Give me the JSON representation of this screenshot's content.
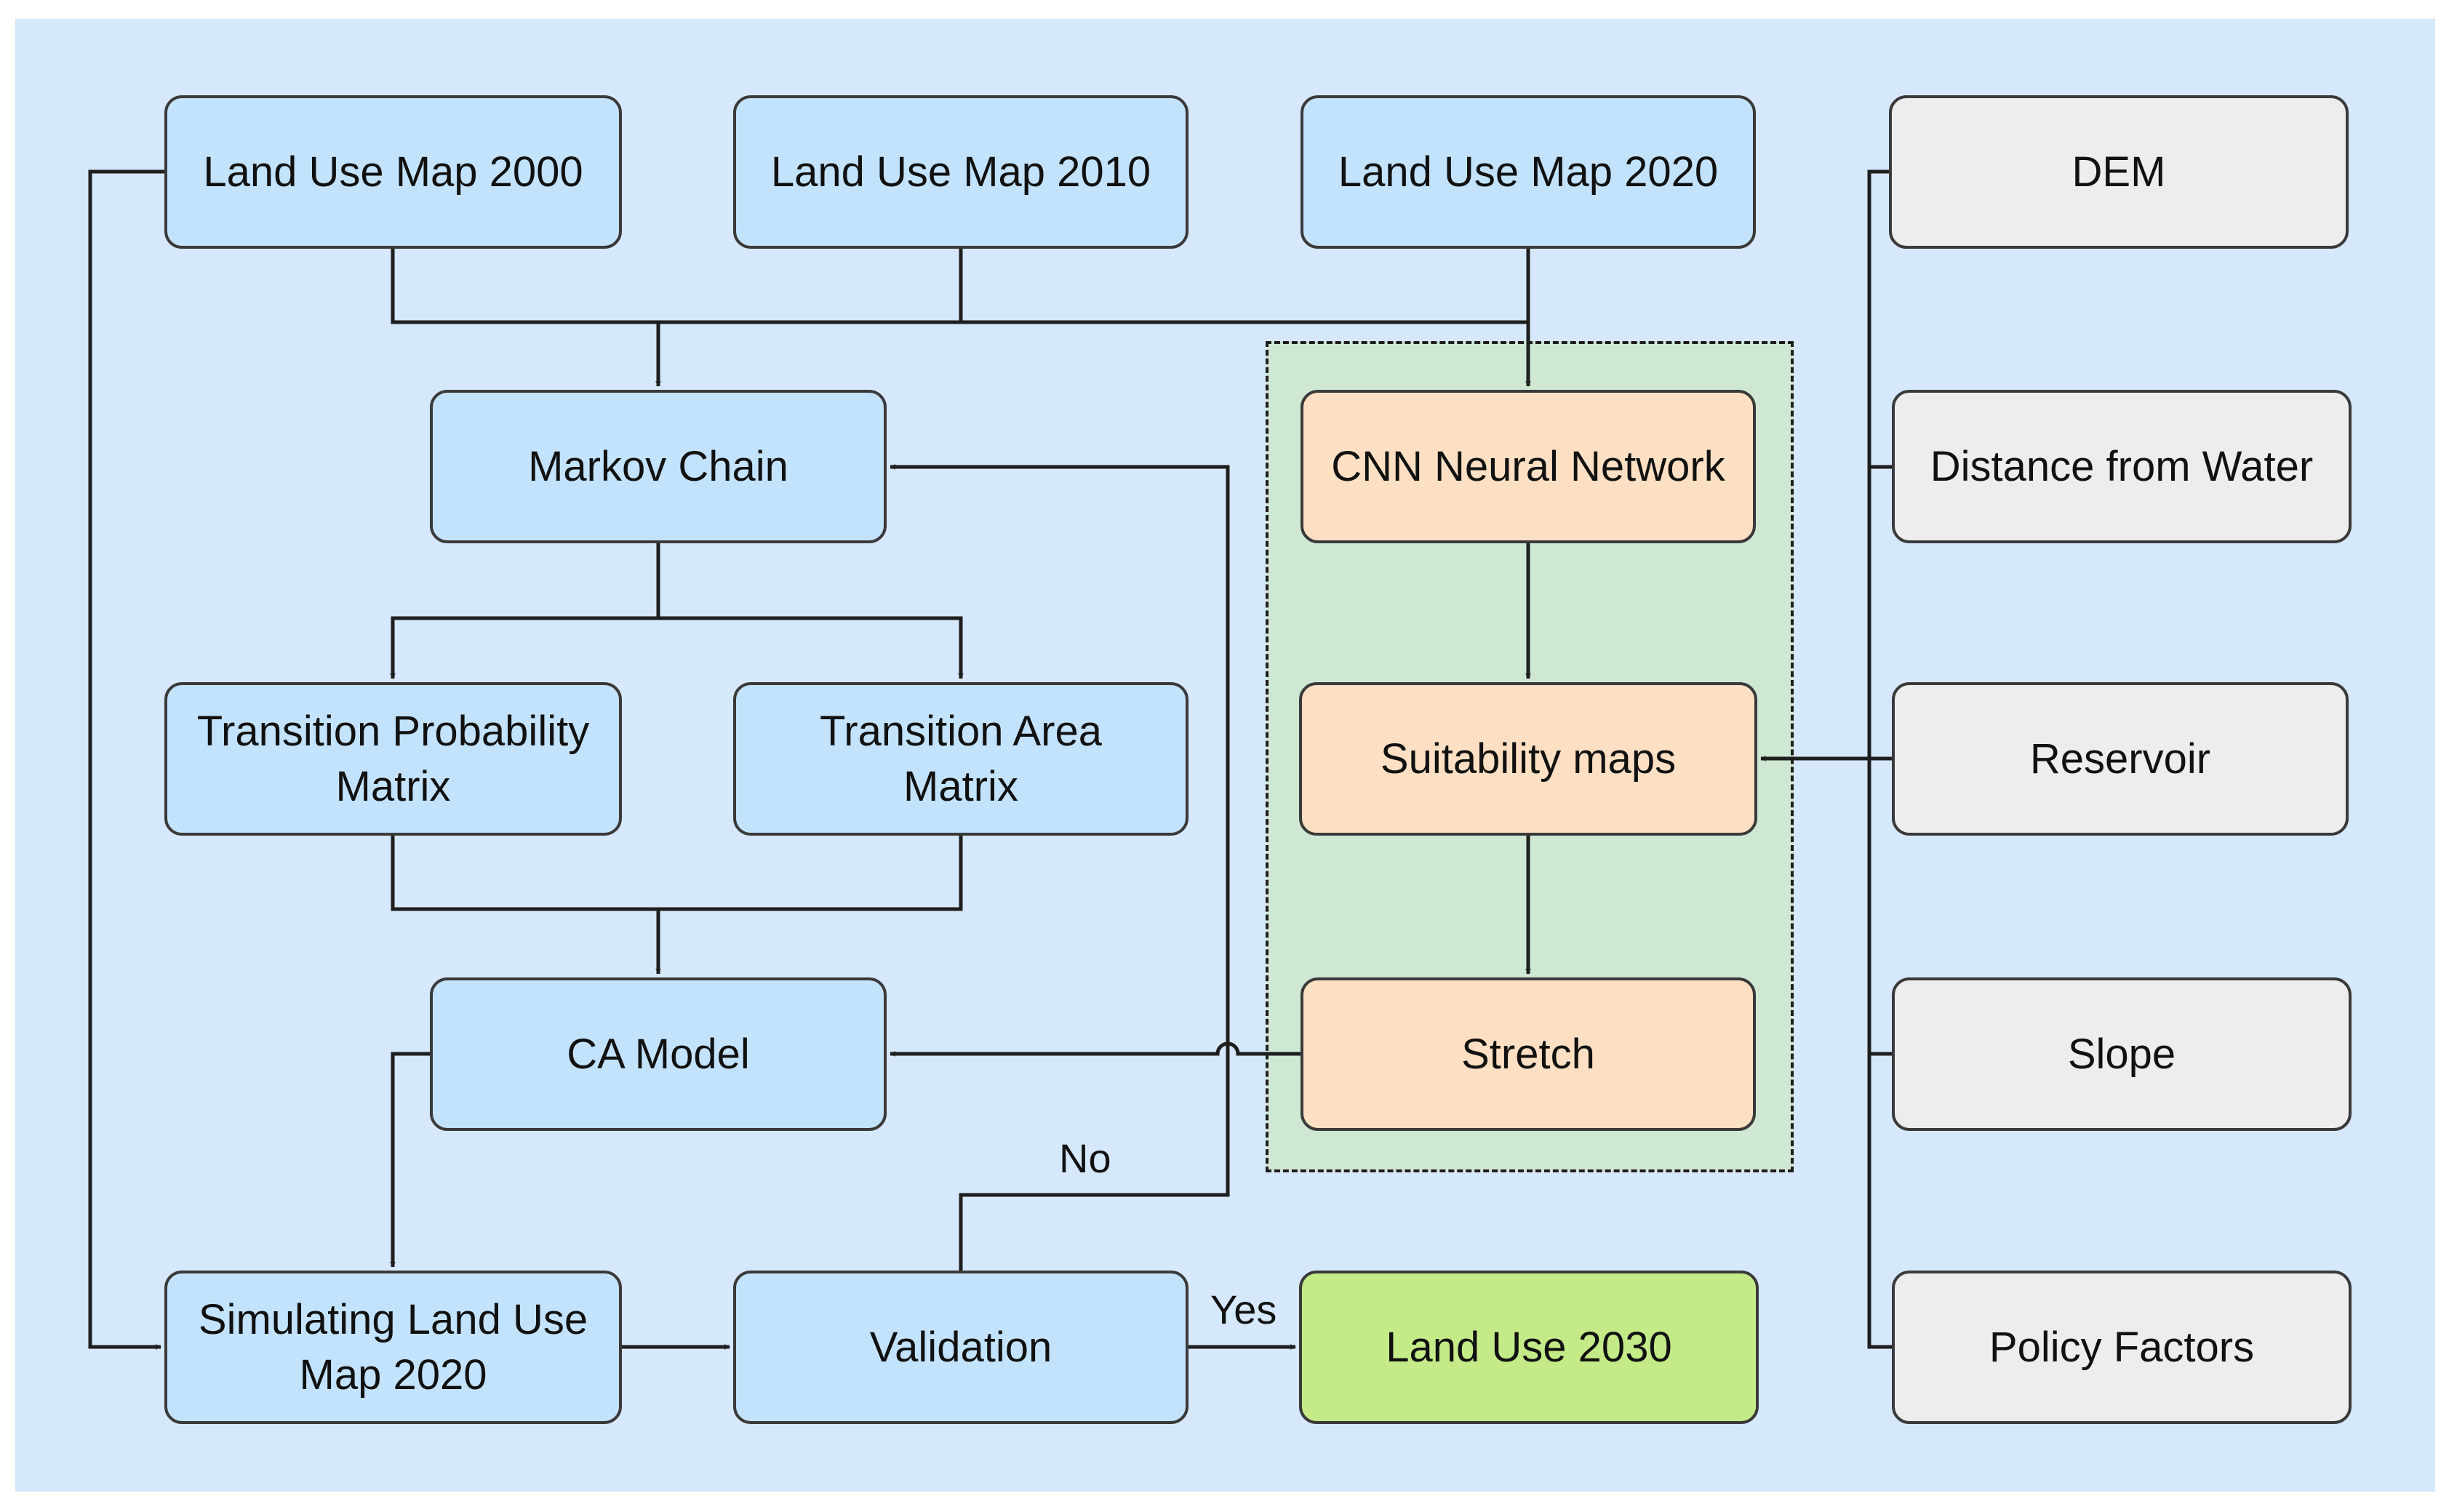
{
  "colors": {
    "background": "#d6e8fb",
    "group_fill": "#cfe8d4",
    "node_blue": "#c3e3fd",
    "node_orange": "#fde0c3",
    "node_grey": "#ededed",
    "node_green": "#c4eb88",
    "stroke": "#1e1e1e"
  },
  "nodes": {
    "lum2000": "Land Use Map 2000",
    "lum2010": "Land Use Map 2010",
    "lum2020": "Land Use Map 2020",
    "dem": "DEM",
    "markov": "Markov Chain",
    "cnn": "CNN Neural Network",
    "distwater": "Distance from Water",
    "tpm": "Transition Probability\nMatrix",
    "tam": "Transition Area\nMatrix",
    "suit": "Suitability maps",
    "reservoir": "Reservoir",
    "ca": "CA Model",
    "stretch": "Stretch",
    "slope": "Slope",
    "sim": "Simulating Land Use\nMap 2020",
    "validation": "Validation",
    "lu2030": "Land Use 2030",
    "policy": "Policy Factors"
  },
  "edge_labels": {
    "no": "No",
    "yes": "Yes"
  }
}
